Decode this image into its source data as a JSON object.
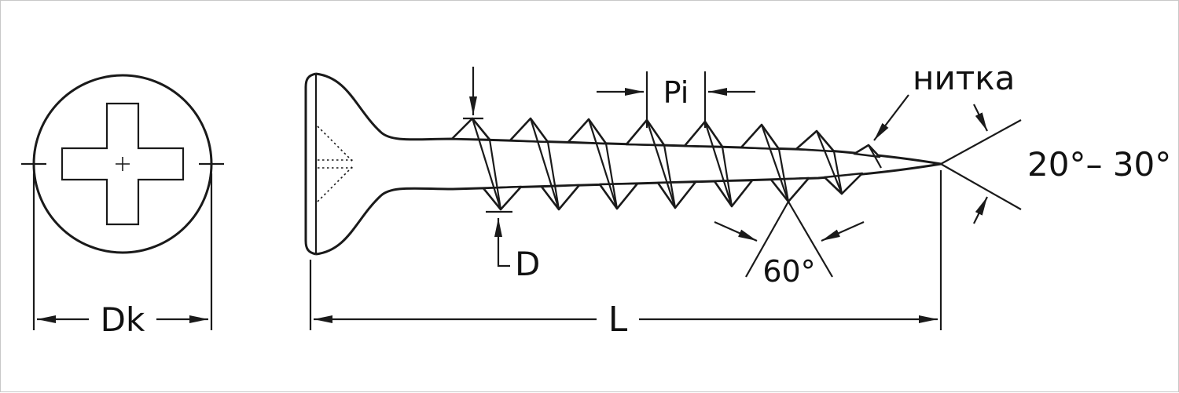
{
  "drawing": {
    "labels": {
      "head_diameter": "Dk",
      "core_diameter": "D",
      "length": "L",
      "pitch": "Pi",
      "last_thread": "нитка",
      "tip_angle_range": "20°– 30°",
      "thread_angle": "60°"
    },
    "colors": {
      "line": "#1a1a1a",
      "background": "#ffffff",
      "frame": "#c8c8c8"
    }
  }
}
